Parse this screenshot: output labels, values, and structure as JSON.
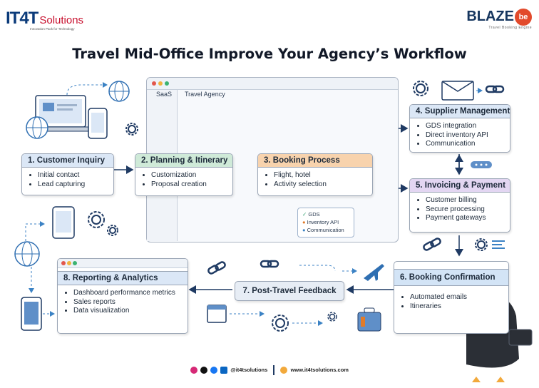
{
  "header": {
    "logo_left_mark": "IT4T",
    "logo_left_word": "Solutions",
    "logo_left_tagline": "Innovation Pack for Technology",
    "logo_right_word": "BLAZE",
    "logo_right_badge": "be",
    "logo_right_tagline": "Travel Booking Engine",
    "title": "Travel Mid-Office Improve Your Agency’s Workflow"
  },
  "saas_window": {
    "tab_saas": "SaaS",
    "tab_agency": "Travel Agency",
    "connectors": [
      "GDS",
      "Inventory API",
      "Communication"
    ]
  },
  "steps": [
    {
      "title": "1. Customer Inquiry",
      "items": [
        "Initial contact",
        "Lead capturing"
      ],
      "color": "#dbe7f6"
    },
    {
      "title": "2. Planning & Itinerary",
      "items": [
        "Customization",
        "Proposal creation"
      ],
      "color": "#cfead8"
    },
    {
      "title": "3. Booking Process",
      "items": [
        "Flight, hotel",
        "Activity selection"
      ],
      "color": "#f8d3ad"
    },
    {
      "title": "4. Supplier Management",
      "items": [
        "GDS integration",
        "Direct inventory API",
        "Communication"
      ],
      "color": "#dbe7f6"
    },
    {
      "title": "5. Invoicing & Payment",
      "items": [
        "Customer billing",
        "Secure processing",
        "Payment gateways"
      ],
      "color": "#e3d6f2"
    },
    {
      "title": "6. Booking Confirmation",
      "items": [
        "Automated emails",
        "Itineraries"
      ],
      "color": "#d3e4f6"
    },
    {
      "title": "7. Post-Travel Feedback",
      "items": [],
      "color": "#e7edf5"
    },
    {
      "title": "8. Reporting & Analytics",
      "items": [
        "Dashboard performance metrics",
        "Sales reports",
        "Data visualization"
      ],
      "color": "#dbe7f6"
    }
  ],
  "footer": {
    "handle": "@it4tsolutions",
    "website": "www.it4tsolutions.com"
  },
  "colors": {
    "arrow": "#1f3a63",
    "dashed": "#3b82c4",
    "orange": "#e07b2a",
    "blue_icon": "#2f6fb2"
  }
}
